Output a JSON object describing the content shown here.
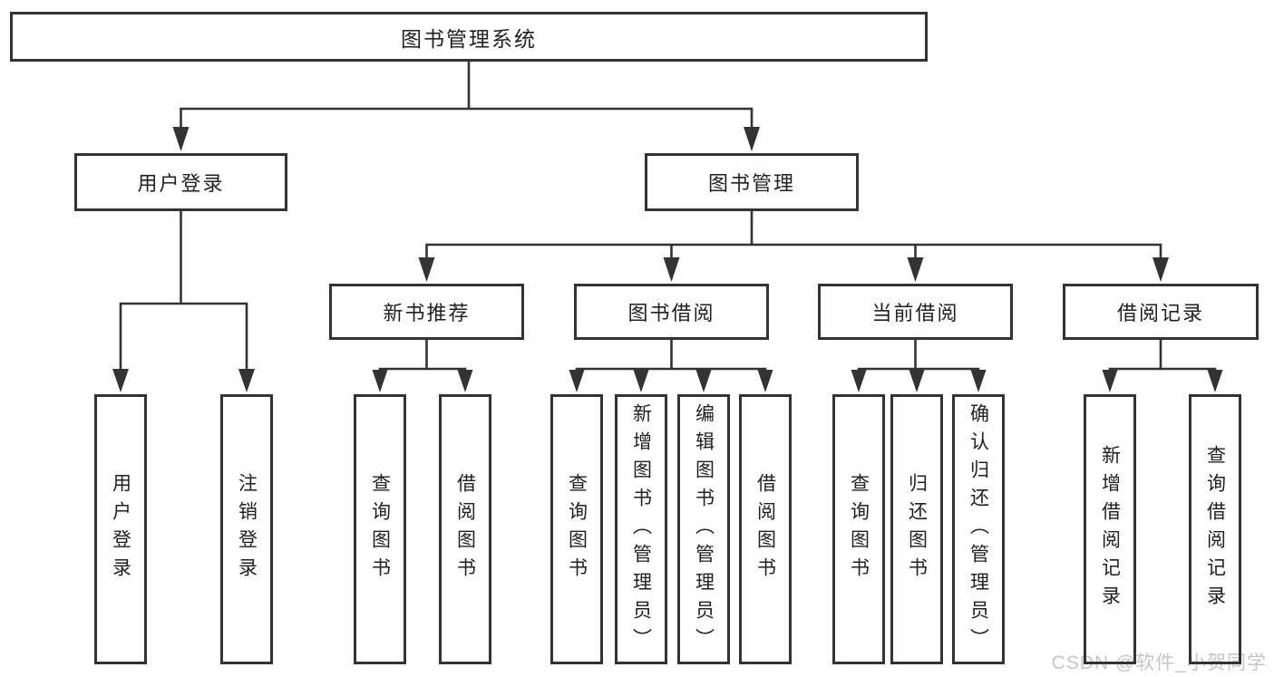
{
  "diagram": {
    "root": {
      "label": "图书管理系统",
      "children": [
        {
          "label": "用户登录",
          "children": [
            {
              "label": "用户登录"
            },
            {
              "label": "注销登录"
            }
          ]
        },
        {
          "label": "图书管理",
          "children": [
            {
              "label": "新书推荐",
              "children": [
                {
                  "label": "查询图书"
                },
                {
                  "label": "借阅图书"
                }
              ]
            },
            {
              "label": "图书借阅",
              "children": [
                {
                  "label": "查询图书"
                },
                {
                  "label": "新增图书（管理员）"
                },
                {
                  "label": "编辑图书（管理员）"
                },
                {
                  "label": "借阅图书"
                }
              ]
            },
            {
              "label": "当前借阅",
              "children": [
                {
                  "label": "查询图书"
                },
                {
                  "label": "归还图书"
                },
                {
                  "label": "确认归还（管理员）"
                }
              ]
            },
            {
              "label": "借阅记录",
              "children": [
                {
                  "label": "新增借阅记录"
                },
                {
                  "label": "查询借阅记录"
                }
              ]
            }
          ]
        }
      ]
    },
    "watermark": "CSDN @软件_小贺同学",
    "colors": {
      "line": "#333333",
      "box_border": "#333333",
      "text": "#212121",
      "watermark": "#c6c6c6",
      "background": "#ffffff"
    }
  }
}
